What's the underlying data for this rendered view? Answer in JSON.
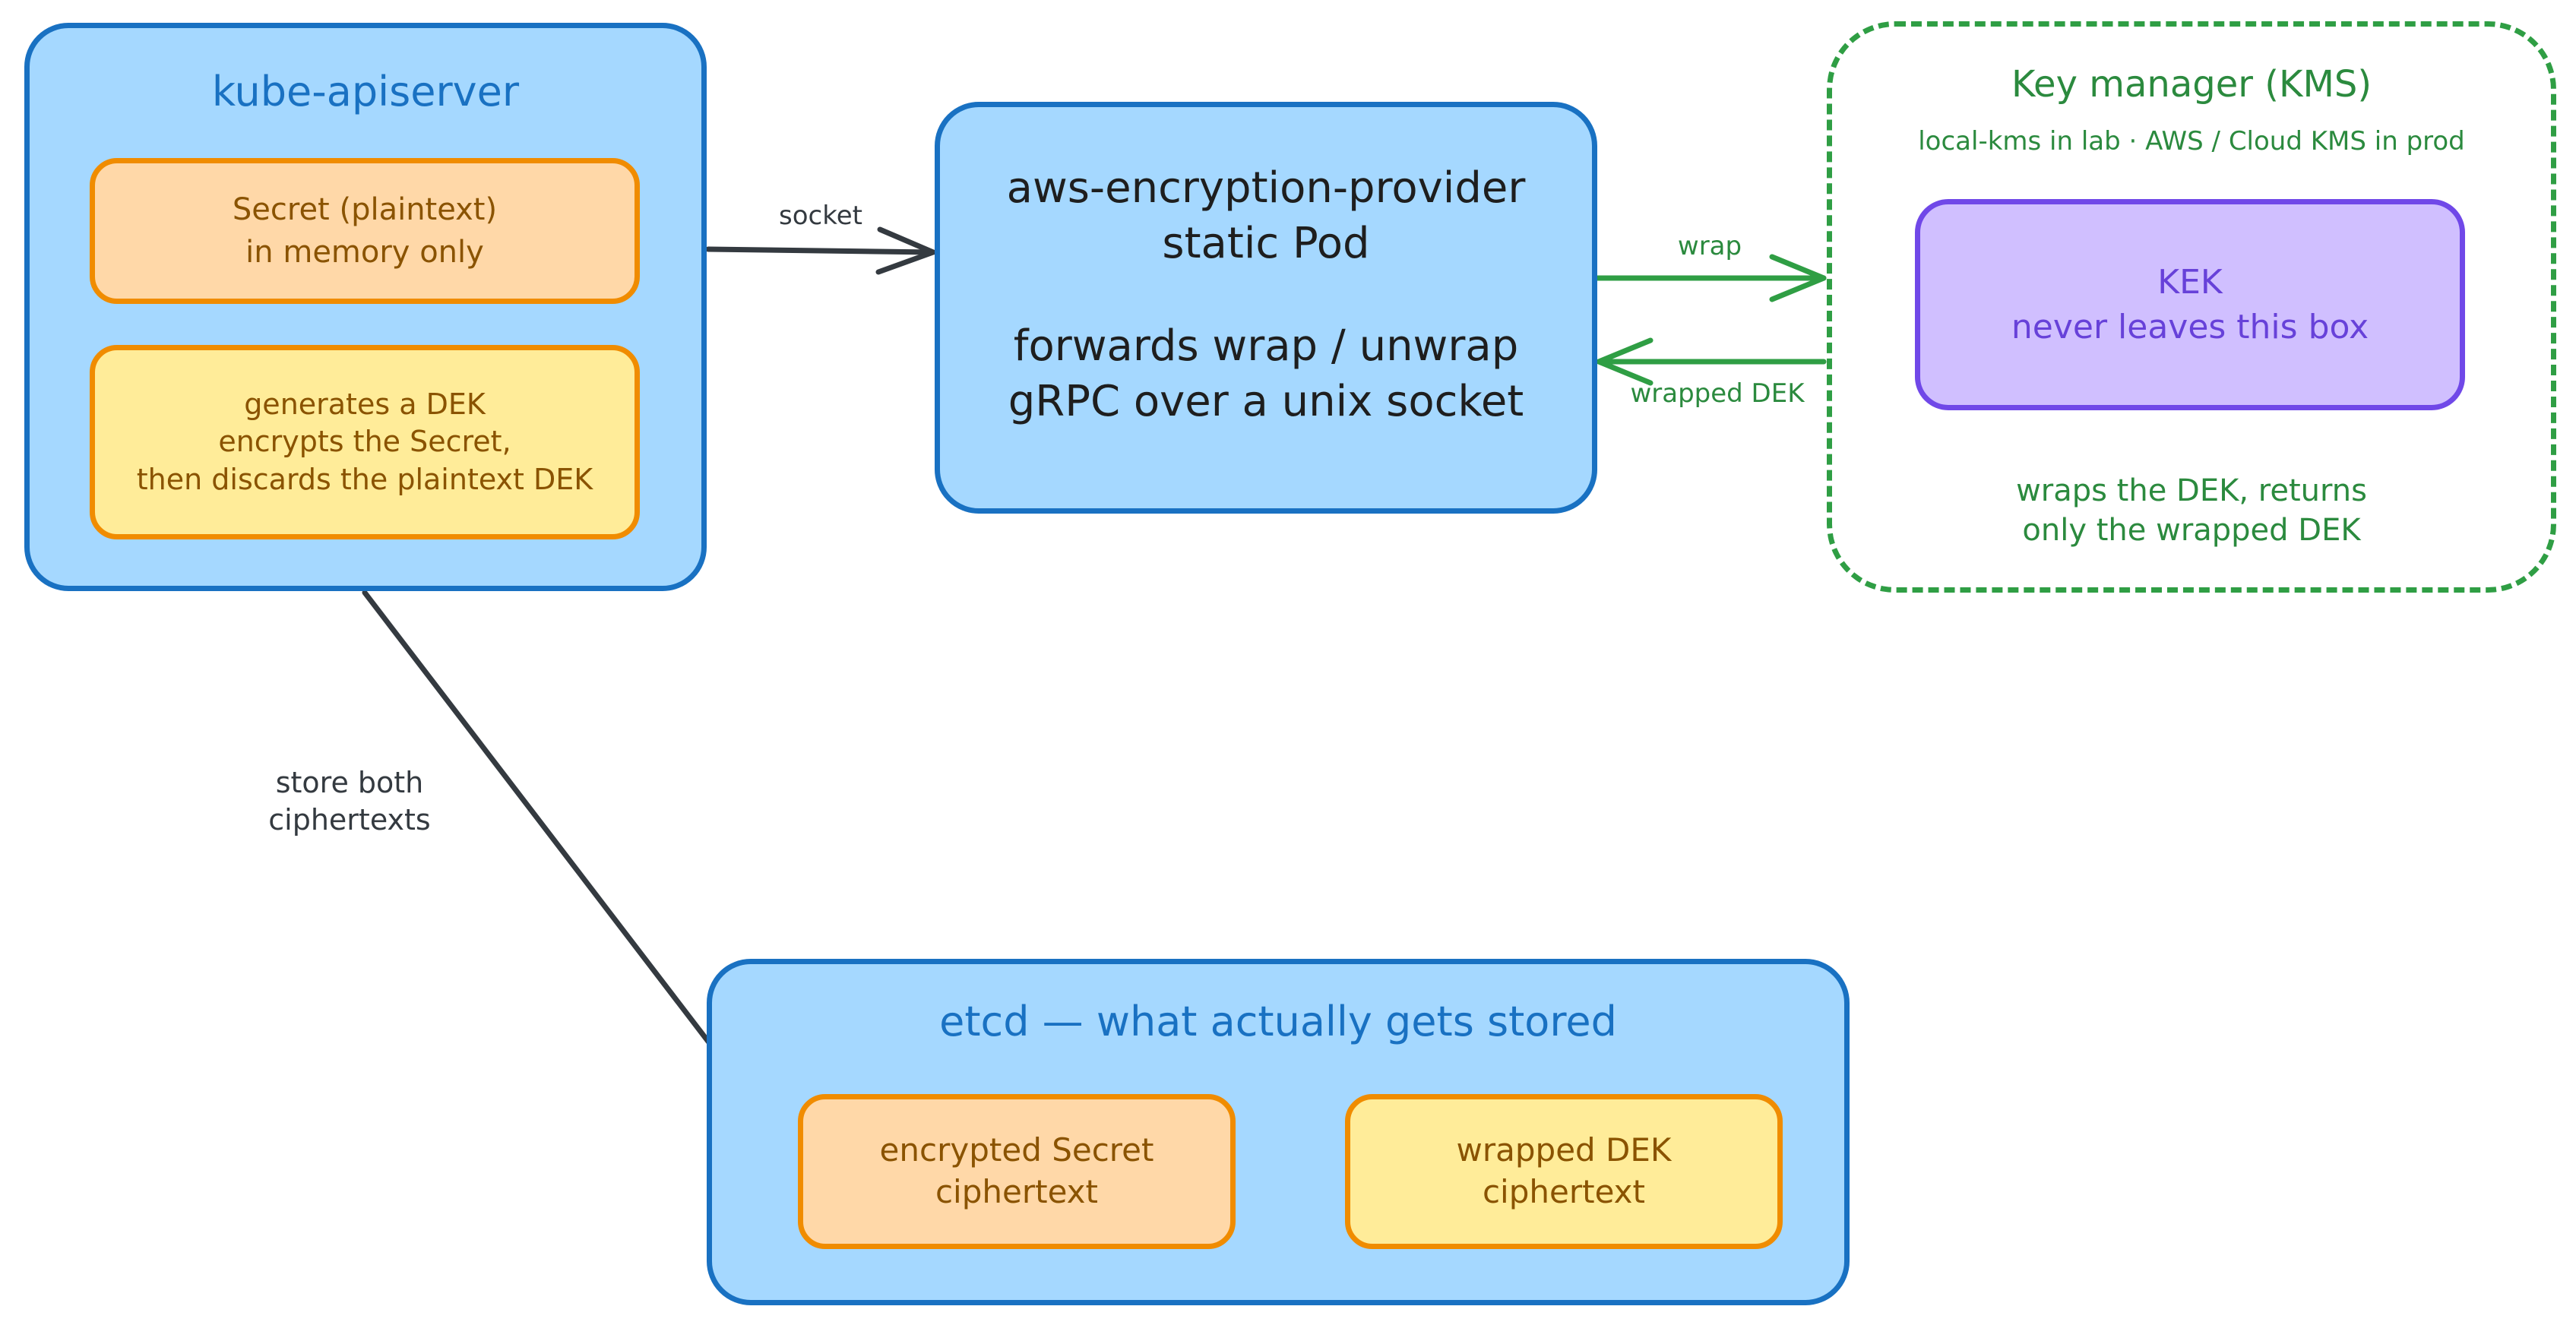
{
  "apiserver": {
    "title": "kube-apiserver",
    "secret_box": "Secret (plaintext)\nin memory only",
    "dek_box": "generates a DEK\nencrypts the Secret,\nthen discards the plaintext DEK"
  },
  "provider": {
    "title": "aws-encryption-provider\nstatic Pod",
    "subtitle": "forwards wrap / unwrap\ngRPC over a unix socket"
  },
  "kms": {
    "title": "Key manager (KMS)",
    "subtitle": "local-kms in lab · AWS / Cloud KMS in prod",
    "kek_box": "KEK\nnever leaves this box",
    "note": "wraps the DEK, returns\nonly the wrapped DEK"
  },
  "etcd": {
    "title": "etcd — what actually gets stored",
    "secret_cipher": "encrypted Secret\nciphertext",
    "dek_cipher": "wrapped DEK\nciphertext"
  },
  "edges": {
    "socket": "socket",
    "wrap": "wrap",
    "wrapped_dek": "wrapped DEK",
    "store": "store both\nciphertexts"
  },
  "colors": {
    "container_fill": "#a5d8ff",
    "container_stroke": "#1971c2",
    "orange_fill": "#ffd8a8",
    "yellow_fill": "#ffec99",
    "accent_stroke": "#f08c00",
    "kek_fill": "#d0bfff",
    "kek_stroke": "#7048e8",
    "kms_green": "#2f9e44",
    "arrow_dark": "#343a40"
  }
}
